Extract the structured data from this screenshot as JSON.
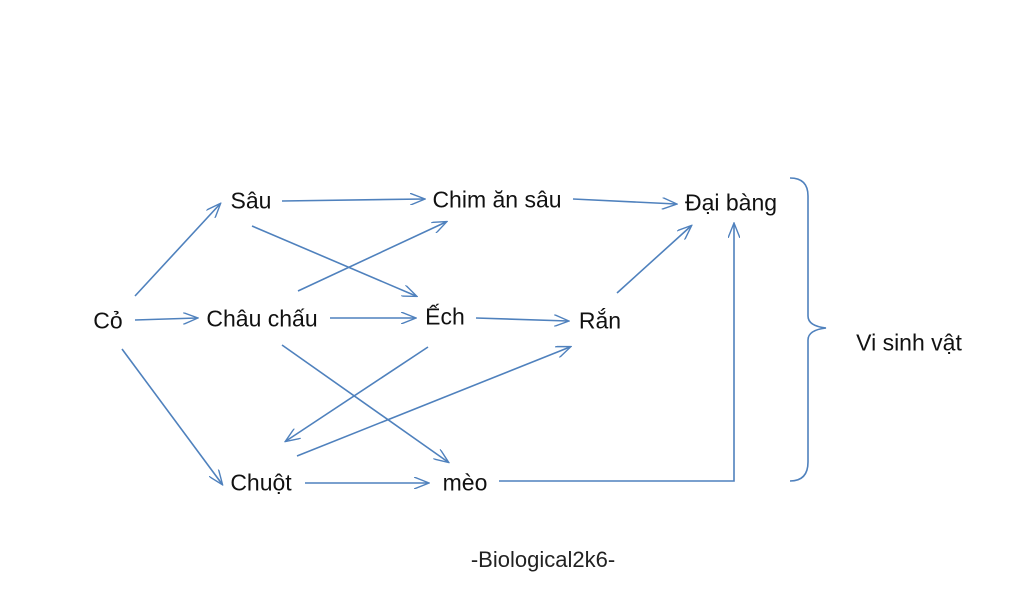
{
  "nodes": {
    "co": "Cỏ",
    "sau": "Sâu",
    "chau_chau": "Châu chấu",
    "chim_an_sau": "Chim ăn sâu",
    "ech": "Ếch",
    "ran": "Rắn",
    "dai_bang": "Đại bàng",
    "chuot": "Chuột",
    "meo": "mèo"
  },
  "group_label": "Vi sinh vật",
  "watermark": "-Biological2k6-",
  "edges": [
    {
      "from": "co",
      "to": "sau"
    },
    {
      "from": "co",
      "to": "chau_chau"
    },
    {
      "from": "co",
      "to": "chuot"
    },
    {
      "from": "sau",
      "to": "chim_an_sau"
    },
    {
      "from": "sau",
      "to": "ech"
    },
    {
      "from": "chau_chau",
      "to": "chim_an_sau"
    },
    {
      "from": "chau_chau",
      "to": "ech"
    },
    {
      "from": "chau_chau",
      "to": "meo"
    },
    {
      "from": "chim_an_sau",
      "to": "dai_bang"
    },
    {
      "from": "ech",
      "to": "ran"
    },
    {
      "from": "ech",
      "to": "chuot"
    },
    {
      "from": "ran",
      "to": "dai_bang"
    },
    {
      "from": "chuot",
      "to": "ran"
    },
    {
      "from": "chuot",
      "to": "meo"
    },
    {
      "from": "meo",
      "to": "dai_bang"
    }
  ],
  "colors": {
    "arrow": "#4f81bd",
    "text": "#111111",
    "background": "#ffffff"
  }
}
